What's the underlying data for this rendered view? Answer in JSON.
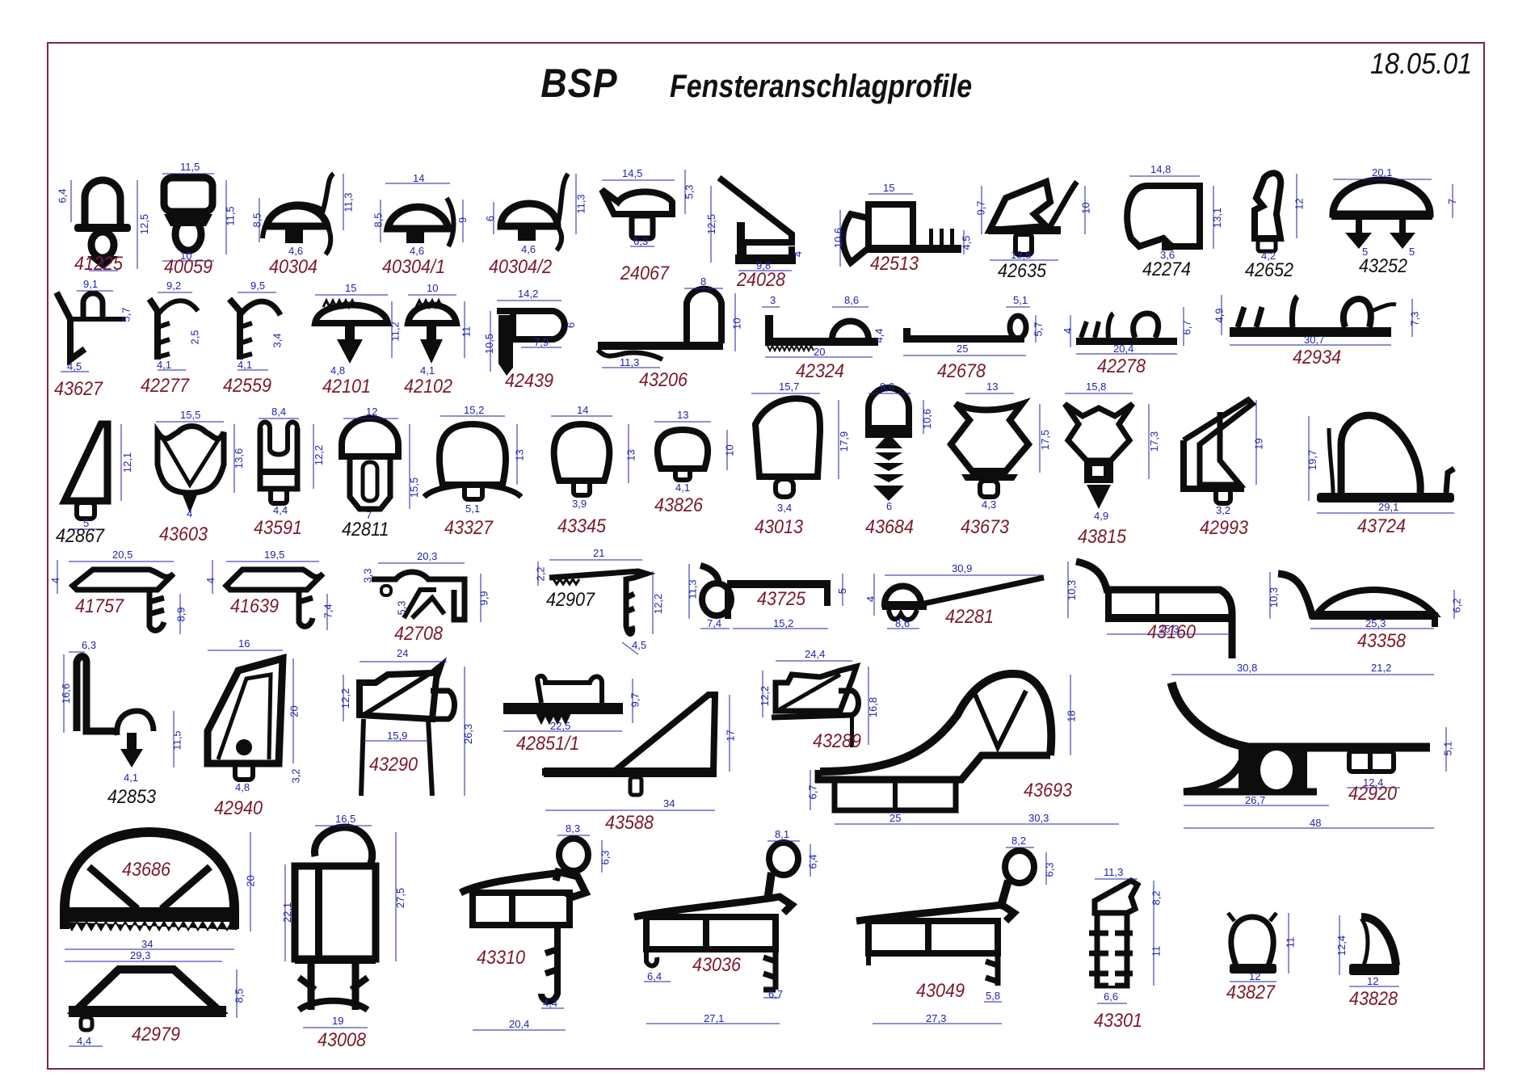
{
  "header": {
    "brand": "BSP",
    "title": "Fensteranschlagprofile",
    "date": "18.05.01"
  },
  "colors": {
    "border": "#7a2a3a",
    "label_maroon": "#7a1a2a",
    "label_black": "#111111",
    "dimension_blue": "#2222aa",
    "profile_black": "#0d0d0d"
  },
  "profiles": [
    {
      "id": "41225",
      "color": "maroon",
      "dims": [
        "6,4",
        "12,5",
        "7"
      ]
    },
    {
      "id": "40059",
      "color": "maroon",
      "dims": [
        "11,5",
        "11,5",
        "10"
      ]
    },
    {
      "id": "40304",
      "color": "maroon",
      "dims": [
        "8,5",
        "11,3",
        "4,6"
      ]
    },
    {
      "id": "40304/1",
      "color": "maroon",
      "dims": [
        "14",
        "8,5",
        "9",
        "4,6"
      ]
    },
    {
      "id": "40304/2",
      "color": "maroon",
      "dims": [
        "6",
        "11,3",
        "4,6"
      ]
    },
    {
      "id": "24067",
      "color": "maroon",
      "dims": [
        "14,5",
        "5,3",
        "6,3"
      ]
    },
    {
      "id": "24028",
      "color": "maroon",
      "dims": [
        "12,5",
        "4",
        "9,8"
      ]
    },
    {
      "id": "42513",
      "color": "maroon",
      "dims": [
        "15",
        "10,6",
        "4,5"
      ]
    },
    {
      "id": "42635",
      "color": "black",
      "dims": [
        "9,7",
        "10",
        "13,8"
      ]
    },
    {
      "id": "42274",
      "color": "black",
      "dims": [
        "14,8",
        "13,1",
        "3,6"
      ]
    },
    {
      "id": "42652",
      "color": "black",
      "dims": [
        "12",
        "4,2"
      ]
    },
    {
      "id": "43252",
      "color": "black",
      "dims": [
        "20,1",
        "7",
        "5",
        "5"
      ]
    },
    {
      "id": "43627",
      "color": "maroon",
      "dims": [
        "9,1",
        "5,7",
        "4,5"
      ]
    },
    {
      "id": "42277",
      "color": "maroon",
      "dims": [
        "9,2",
        "2,5",
        "4,1"
      ]
    },
    {
      "id": "42559",
      "color": "maroon",
      "dims": [
        "9,5",
        "3,4",
        "4,1"
      ]
    },
    {
      "id": "42101",
      "color": "maroon",
      "dims": [
        "15",
        "11,2",
        "4,8"
      ]
    },
    {
      "id": "42102",
      "color": "maroon",
      "dims": [
        "10",
        "11",
        "4,1"
      ]
    },
    {
      "id": "42439",
      "color": "maroon",
      "dims": [
        "14,2",
        "10,5",
        "6",
        "7,9"
      ]
    },
    {
      "id": "43206",
      "color": "maroon",
      "dims": [
        "8",
        "10",
        "11,3"
      ]
    },
    {
      "id": "42324",
      "color": "maroon",
      "dims": [
        "3",
        "8,6",
        "4,4",
        "20"
      ]
    },
    {
      "id": "42678",
      "color": "maroon",
      "dims": [
        "5,1",
        "5,7",
        "25"
      ]
    },
    {
      "id": "42278",
      "color": "maroon",
      "dims": [
        "4",
        "6,7",
        "20,4"
      ]
    },
    {
      "id": "42934",
      "color": "maroon",
      "dims": [
        "4,9",
        "7,3",
        "30,7"
      ]
    },
    {
      "id": "42867",
      "color": "black",
      "dims": [
        "12,1",
        "5"
      ]
    },
    {
      "id": "43603",
      "color": "maroon",
      "dims": [
        "15,5",
        "13,6",
        "4"
      ]
    },
    {
      "id": "43591",
      "color": "maroon",
      "dims": [
        "8,4",
        "12,2",
        "4,4"
      ]
    },
    {
      "id": "42811",
      "color": "black",
      "dims": [
        "12",
        "15,5",
        "7"
      ]
    },
    {
      "id": "43327",
      "color": "maroon",
      "dims": [
        "15,2",
        "13",
        "5,1"
      ]
    },
    {
      "id": "43345",
      "color": "maroon",
      "dims": [
        "14",
        "13",
        "3,9"
      ]
    },
    {
      "id": "43826",
      "color": "maroon",
      "dims": [
        "13",
        "10",
        "4,1"
      ]
    },
    {
      "id": "43013",
      "color": "maroon",
      "dims": [
        "15,7",
        "17,9",
        "3,4"
      ]
    },
    {
      "id": "43684",
      "color": "maroon",
      "dims": [
        "9,6",
        "10,6",
        "6"
      ]
    },
    {
      "id": "43673",
      "color": "maroon",
      "dims": [
        "13",
        "17,5",
        "4,3"
      ]
    },
    {
      "id": "43815",
      "color": "maroon",
      "dims": [
        "15,8",
        "17,3",
        "4,9"
      ]
    },
    {
      "id": "42993",
      "color": "maroon",
      "dims": [
        "19",
        "3,2"
      ]
    },
    {
      "id": "43724",
      "color": "maroon",
      "dims": [
        "19,7",
        "29,1"
      ]
    },
    {
      "id": "41757",
      "color": "maroon",
      "dims": [
        "20,5",
        "4",
        "8,9"
      ]
    },
    {
      "id": "41639",
      "color": "maroon",
      "dims": [
        "19,5",
        "4",
        "7,4"
      ]
    },
    {
      "id": "42708",
      "color": "maroon",
      "dims": [
        "20,3",
        "3,3",
        "5,3",
        "9,9"
      ]
    },
    {
      "id": "42907",
      "color": "black",
      "dims": [
        "21",
        "2,2",
        "12,2",
        "4,5"
      ]
    },
    {
      "id": "43725",
      "color": "maroon",
      "dims": [
        "11,3",
        "5",
        "7,4",
        "15,2"
      ]
    },
    {
      "id": "42281",
      "color": "maroon",
      "dims": [
        "30,9",
        "4",
        "8,6"
      ]
    },
    {
      "id": "43160",
      "color": "maroon",
      "dims": [
        "10,3",
        "25,3"
      ]
    },
    {
      "id": "43358",
      "color": "maroon",
      "dims": [
        "10,3",
        "6,2",
        "25,3"
      ]
    },
    {
      "id": "42853",
      "color": "black",
      "dims": [
        "6,3",
        "16,6",
        "11,5",
        "4,1"
      ]
    },
    {
      "id": "42940",
      "color": "maroon",
      "dims": [
        "16",
        "20",
        "3,2",
        "4,8"
      ]
    },
    {
      "id": "43290",
      "color": "maroon",
      "dims": [
        "24",
        "12,2",
        "26,3",
        "15,9"
      ]
    },
    {
      "id": "42851/1",
      "color": "maroon",
      "dims": [
        "9,7",
        "22,5"
      ]
    },
    {
      "id": "43588",
      "color": "maroon",
      "dims": [
        "17",
        "34"
      ]
    },
    {
      "id": "43289",
      "color": "maroon",
      "dims": [
        "24,4",
        "12,2",
        "16,8"
      ]
    },
    {
      "id": "43693",
      "color": "maroon",
      "dims": [
        "18",
        "6,7",
        "25",
        "30,3"
      ]
    },
    {
      "id": "42920",
      "color": "maroon",
      "dims": [
        "30,8",
        "21,2",
        "5,1",
        "12,4",
        "26,7",
        "48"
      ]
    },
    {
      "id": "43686",
      "color": "maroon",
      "dims": [
        "20",
        "34"
      ]
    },
    {
      "id": "42979",
      "color": "maroon",
      "dims": [
        "29,3",
        "8,5",
        "4,4"
      ]
    },
    {
      "id": "43008",
      "color": "maroon",
      "dims": [
        "16,5",
        "22,1",
        "27,5",
        "19"
      ]
    },
    {
      "id": "43310",
      "color": "maroon",
      "dims": [
        "8,3",
        "6,3",
        "4,4",
        "20,4"
      ]
    },
    {
      "id": "43036",
      "color": "maroon",
      "dims": [
        "8,1",
        "6,4",
        "6,4",
        "6,7",
        "27,1"
      ]
    },
    {
      "id": "43049",
      "color": "maroon",
      "dims": [
        "8,2",
        "6,3",
        "5,8",
        "27,3"
      ]
    },
    {
      "id": "43301",
      "color": "maroon",
      "dims": [
        "11,3",
        "8,2",
        "11",
        "6,6"
      ]
    },
    {
      "id": "43827",
      "color": "maroon",
      "dims": [
        "11",
        "12"
      ]
    },
    {
      "id": "43828",
      "color": "maroon",
      "dims": [
        "12,4",
        "12"
      ]
    }
  ]
}
